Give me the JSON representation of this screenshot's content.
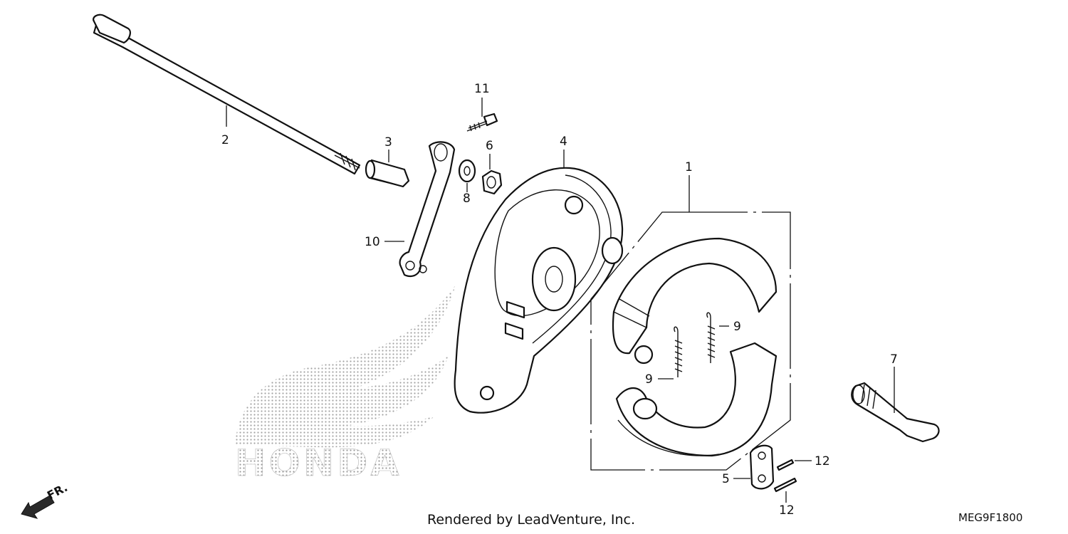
{
  "callouts": {
    "c1": "1",
    "c2": "2",
    "c3": "3",
    "c4": "4",
    "c5": "5",
    "c6": "6",
    "c7": "7",
    "c8": "8",
    "c9a": "9",
    "c9b": "9",
    "c10": "10",
    "c11": "11",
    "c12a": "12",
    "c12b": "12"
  },
  "footer": {
    "rendered_by": "Rendered by LeadVenture, Inc.",
    "diagram_code": "MEG9F1800"
  },
  "front_arrow": {
    "label": "FR."
  },
  "watermark": {
    "brand": "HONDA",
    "icon": "honda-wing-logo"
  }
}
